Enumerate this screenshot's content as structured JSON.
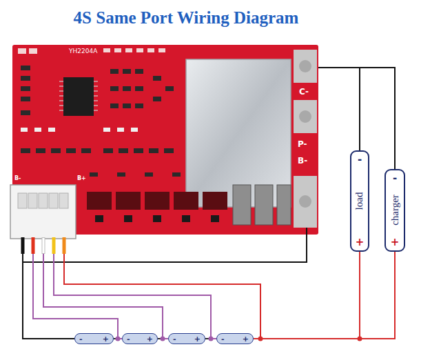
{
  "diagram": {
    "title": "4S Same Port Wiring Diagram",
    "nodes": [
      {
        "text": [
          "YH2204A"
        ]
      },
      {
        "text": [
          "-",
          "load",
          "+"
        ]
      },
      {
        "text": [
          "-",
          "charger",
          "+"
        ]
      },
      {
        "text": [
          "-",
          "+"
        ]
      },
      {
        "text": [
          "-",
          "+"
        ]
      },
      {
        "text": [
          "-",
          "+"
        ]
      },
      {
        "text": [
          "-",
          "+"
        ]
      }
    ],
    "edges": [
      {
        "from": 0,
        "to": 1,
        "arrow": "none"
      },
      {
        "from": 0,
        "to": 2,
        "arrow": "none"
      },
      {
        "from": 0,
        "to": 3,
        "arrow": "none"
      },
      {
        "from": 3,
        "to": 4,
        "arrow": "none"
      },
      {
        "from": 4,
        "to": 5,
        "arrow": "none"
      },
      {
        "from": 5,
        "to": 6,
        "arrow": "none"
      },
      {
        "from": 6,
        "to": 1,
        "arrow": "none"
      },
      {
        "from": 6,
        "to": 2,
        "arrow": "none"
      },
      {
        "from": 0,
        "to": 4,
        "arrow": "none"
      },
      {
        "from": 0,
        "to": 5,
        "arrow": "none"
      },
      {
        "from": 0,
        "to": 6,
        "arrow": "none"
      },
      {
        "from": 0,
        "to": 6,
        "arrow": "none"
      }
    ],
    "labels": [
      "C-",
      "P-",
      "B-",
      "B-",
      "B+"
    ]
  }
}
